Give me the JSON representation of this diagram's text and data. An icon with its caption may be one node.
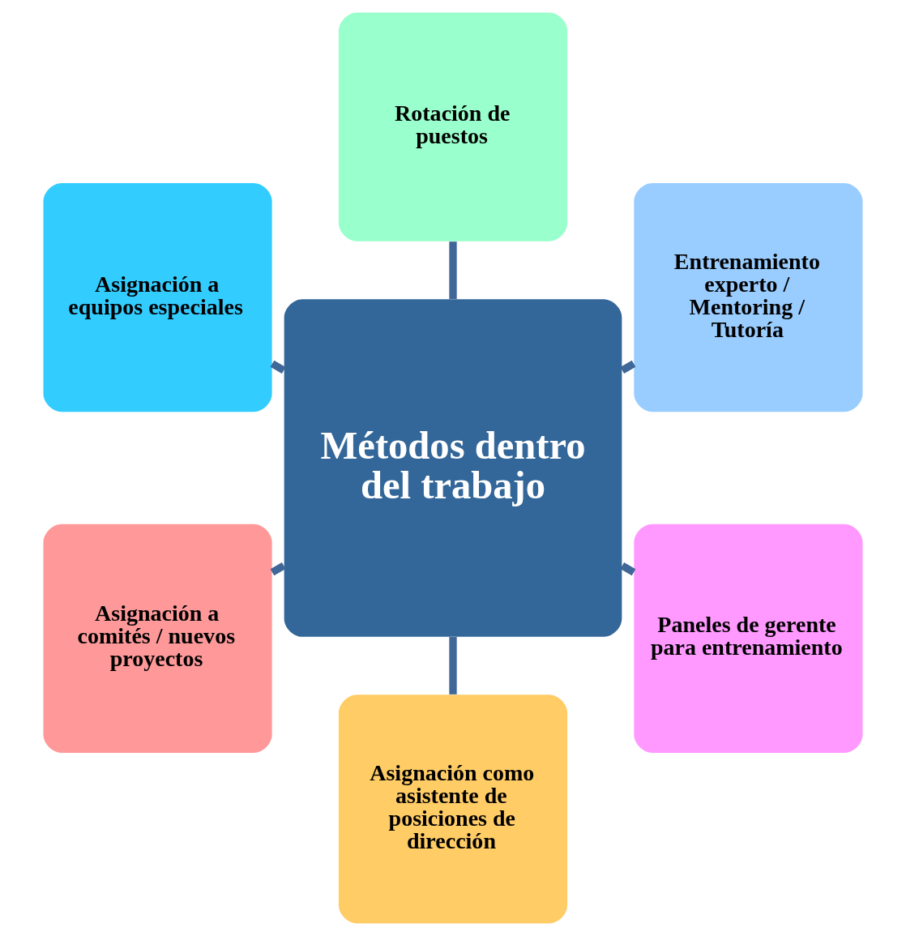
{
  "diagram": {
    "nodes": [
      {
        "text": [
          "Métodos dentro del trabajo"
        ]
      },
      {
        "text": [
          "Entrenamiento experto / Mentoring / Tutoría"
        ]
      },
      {
        "text": [
          "Rotación de puestos"
        ]
      },
      {
        "text": [
          "Asignación a equipos especiales"
        ]
      },
      {
        "text": [
          "Asignación a comités / nuevos proyectos"
        ]
      },
      {
        "text": [
          "Asignación como asistente de posiciones de dirección"
        ]
      },
      {
        "text": [
          "Paneles de gerente para entrenamiento"
        ]
      }
    ],
    "edges": [
      {
        "from": 0,
        "to": 1,
        "arrow": "none"
      },
      {
        "from": 0,
        "to": 2,
        "arrow": "none"
      },
      {
        "from": 0,
        "to": 3,
        "arrow": "none"
      },
      {
        "from": 0,
        "to": 4,
        "arrow": "none"
      },
      {
        "from": 0,
        "to": 5,
        "arrow": "none"
      },
      {
        "from": 0,
        "to": 6,
        "arrow": "none"
      }
    ]
  }
}
